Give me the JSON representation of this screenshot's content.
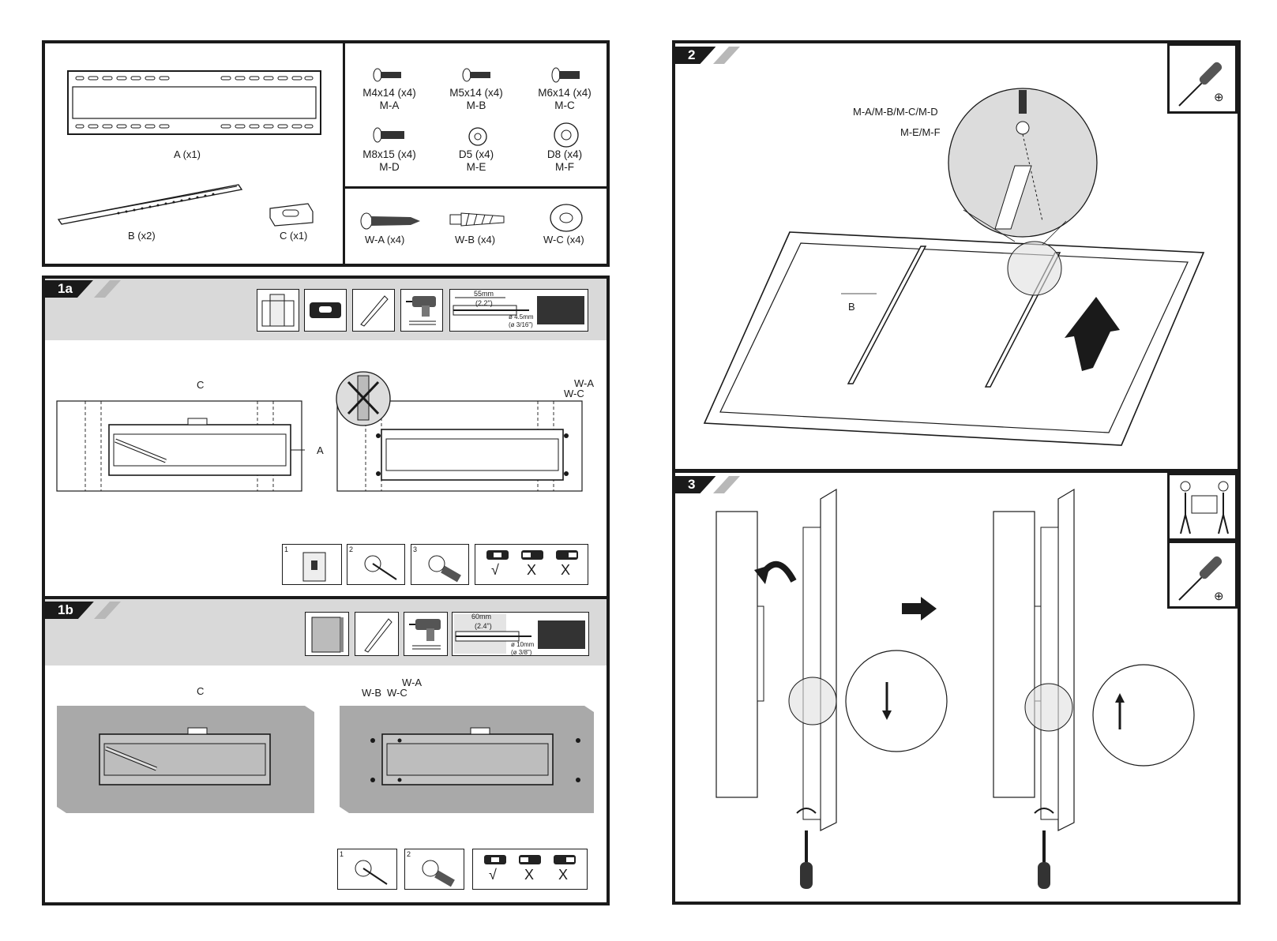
{
  "parts": {
    "bracket_a": "A (x1)",
    "rail_b": "B (x2)",
    "level_c": "C (x1)",
    "screws": [
      {
        "size": "M4x14 (x4)",
        "code": "M-A"
      },
      {
        "size": "M5x14 (x4)",
        "code": "M-B"
      },
      {
        "size": "M6x14 (x4)",
        "code": "M-C"
      },
      {
        "size": "M8x15 (x4)",
        "code": "M-D"
      },
      {
        "size": "D5 (x4)",
        "code": "M-E"
      },
      {
        "size": "D8 (x4)",
        "code": "M-F"
      }
    ],
    "wall_parts": [
      "W-A (x4)",
      "W-B (x4)",
      "W-C (x4)"
    ]
  },
  "steps": {
    "s1a": {
      "label": "1a",
      "measure": "55mm",
      "measure_in": "(2.2\")",
      "drill": "ø 4.5mm",
      "drill_in": "(ø 3/16\")",
      "callout_c": "C",
      "callout_a": "A",
      "callout_wa": "W-A",
      "callout_wc": "W-C",
      "sub": [
        "1",
        "2",
        "3"
      ],
      "level_marks": [
        "√",
        "X",
        "X"
      ]
    },
    "s1b": {
      "label": "1b",
      "measure": "60mm",
      "measure_in": "(2.4\")",
      "drill": "ø 10mm",
      "drill_in": "(ø 3/8\")",
      "callout_c": "C",
      "callout_wb": "W-B",
      "callout_wc": "W-C",
      "callout_wa": "W-A",
      "sub": [
        "1",
        "2"
      ],
      "level_marks": [
        "√",
        "X",
        "X"
      ]
    },
    "s2": {
      "label": "2",
      "screw_label": "M-A/M-B/M-C/M-D",
      "washer_label": "M-E/M-F",
      "rail_label": "B"
    },
    "s3": {
      "label": "3"
    }
  },
  "icons": {
    "plus": "⊕",
    "minus_plus": "⊕"
  }
}
